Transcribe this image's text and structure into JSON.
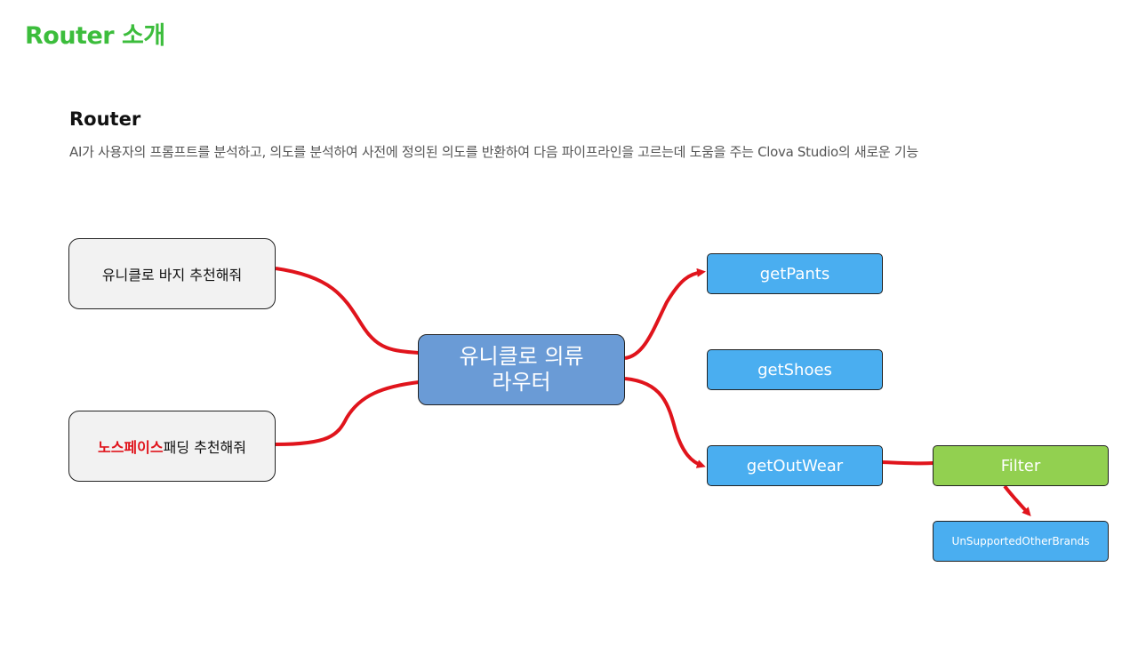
{
  "page": {
    "title": "Router 소개"
  },
  "section": {
    "title": "Router",
    "description": "AI가 사용자의 프롬프트를 분석하고, 의도를 분석하여 사전에 정의된 의도를 반환하여 다음 파이프라인을 고르는데 도움을 주는 Clova Studio의 새로운 기능"
  },
  "diagram": {
    "queries": [
      {
        "brand": "",
        "text": "유니클로 바지 추천해줘"
      },
      {
        "brand": "노스페이스",
        "text": " 패딩 추천해줘"
      }
    ],
    "router": {
      "line1": "유니클로 의류",
      "line2": "라우터"
    },
    "functions": [
      {
        "label": "getPants"
      },
      {
        "label": "getShoes"
      },
      {
        "label": "getOutWear"
      }
    ],
    "filter": {
      "label": "Filter"
    },
    "filter_result": {
      "label": "UnSupportedOtherBrands"
    },
    "colors": {
      "page_title": "#3cbd3c",
      "router": "#6a9bd6",
      "function_node": "#4aaef0",
      "filter_node": "#92d050",
      "query_node": "#f2f2f2",
      "brand_text": "#e0141c",
      "arrow": "#e0141c"
    }
  }
}
